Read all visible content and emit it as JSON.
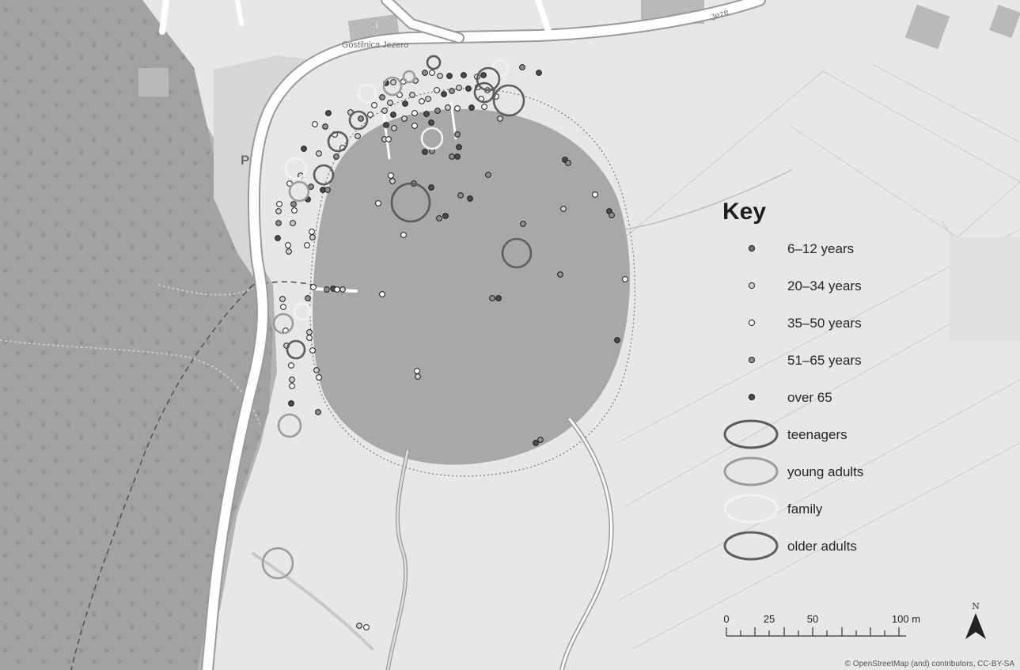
{
  "map": {
    "poi_name": "Gostilnica Jezero",
    "poi_icon": "restaurant-icon",
    "road_label": "Jeze",
    "parking_label": "P",
    "north_label": "N",
    "attribution": "© OpenStreetMap (and) contributors, CC-BY-SA"
  },
  "legend": {
    "title": "Key",
    "items": [
      {
        "label": "6–12 years",
        "type": "dot",
        "fill": "#707070"
      },
      {
        "label": "20–34 years",
        "type": "dot",
        "fill": "#cfcfcf"
      },
      {
        "label": "35–50 years",
        "type": "dot",
        "fill": "#ffffff"
      },
      {
        "label": "51–65 years",
        "type": "dot",
        "fill": "#8e8e8e"
      },
      {
        "label": "over 65",
        "type": "dot",
        "fill": "#4a4a4a"
      },
      {
        "label": "teenagers",
        "type": "ring",
        "stroke": "#5b5b5b"
      },
      {
        "label": "young adults",
        "type": "ring",
        "stroke": "#9c9c9c"
      },
      {
        "label": "family",
        "type": "ring",
        "stroke": "#f2f2f2"
      },
      {
        "label": "older adults",
        "type": "ring",
        "stroke": "#5f5f5f"
      }
    ]
  },
  "scale": {
    "ticks": [
      "0",
      "25",
      "50",
      "100 m"
    ]
  },
  "colors": {
    "forest": "#9f9f9f",
    "land": "#e6e6e6",
    "lake": "#a8a8a8",
    "road": "#ffffff",
    "building": "#b8b8b8"
  }
}
